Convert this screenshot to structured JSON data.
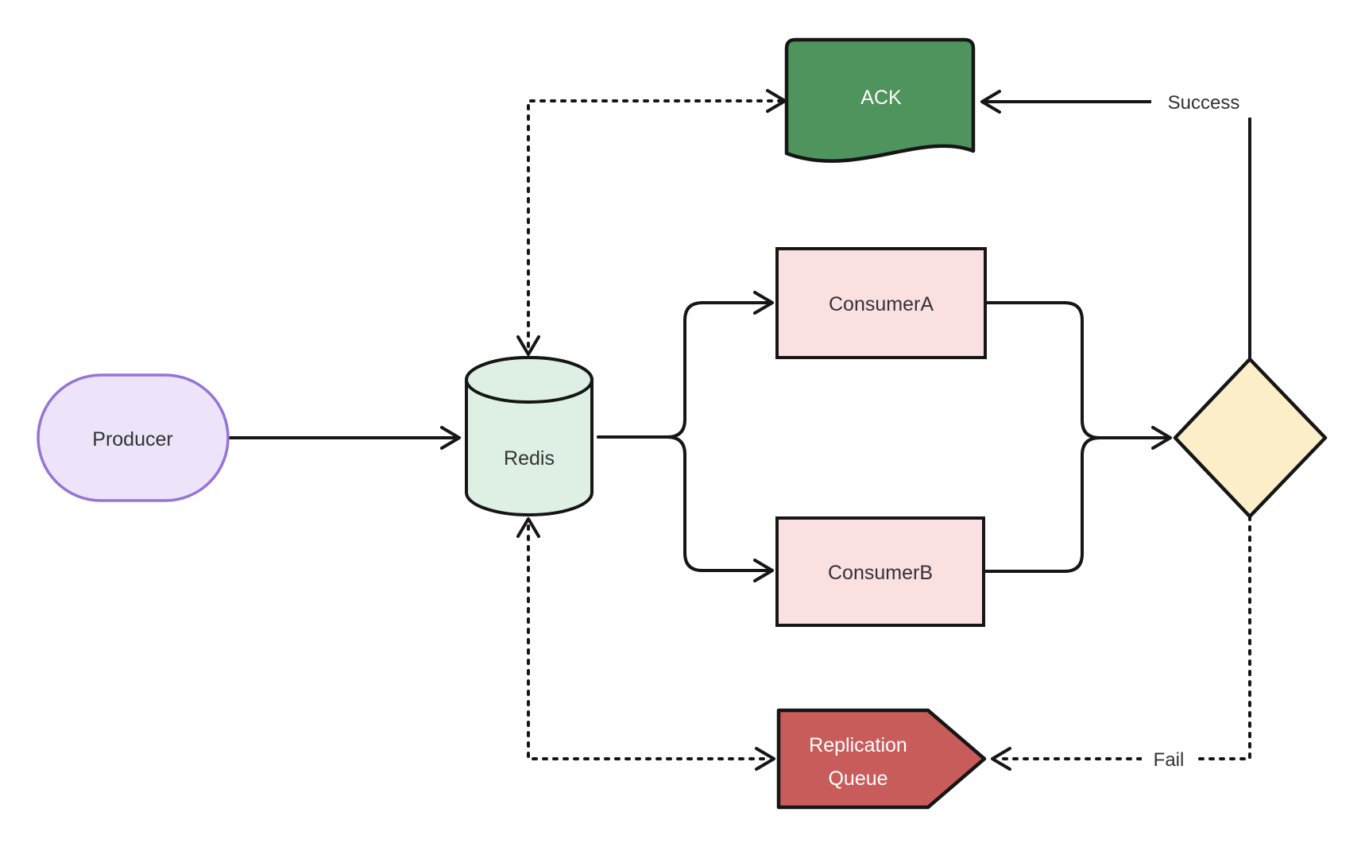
{
  "diagram": {
    "title": "Producer / Redis message flow diagram",
    "colors": {
      "background": "#ffffff",
      "line": "#161616",
      "text_dark": "#333333",
      "text_light": "#ffffff",
      "producer_fill": "#ede4fa",
      "producer_stroke": "#9673d6",
      "redis_fill": "#def0e4",
      "consumer_fill": "#fbe0e2",
      "ack_fill": "#4e945c",
      "diamond_fill": "#fbeec9",
      "replication_fill": "#c85c5a"
    },
    "nodes": {
      "producer": {
        "label": "Producer",
        "shape": "stadium"
      },
      "redis": {
        "label": "Redis",
        "shape": "cylinder"
      },
      "consumer_a": {
        "label": "ConsumerA",
        "shape": "rectangle"
      },
      "consumer_b": {
        "label": "ConsumerB",
        "shape": "rectangle"
      },
      "ack": {
        "label": "ACK",
        "shape": "document"
      },
      "decision": {
        "label": "",
        "shape": "diamond"
      },
      "replication_queue": {
        "label_line1": "Replication",
        "label_line2": "Queue",
        "shape": "right-pointer"
      }
    },
    "edge_labels": {
      "success": "Success",
      "fail": "Fail"
    }
  }
}
